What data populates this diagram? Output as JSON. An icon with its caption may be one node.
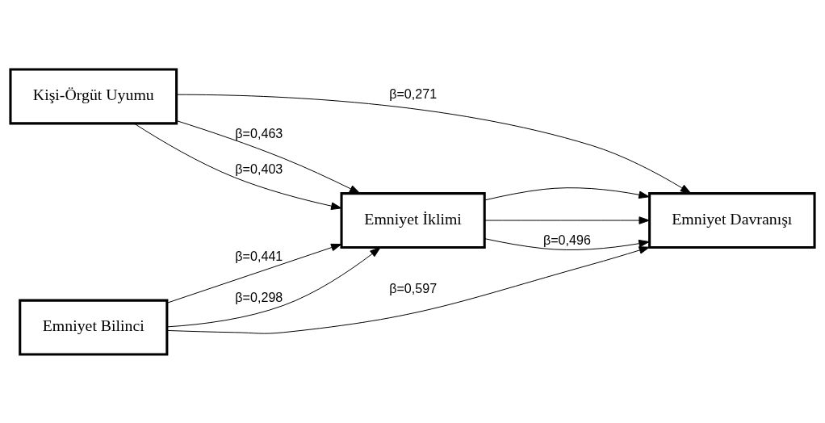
{
  "diagram": {
    "nodes": [
      {
        "text": [
          "Kişi-Örgüt Uyumu"
        ]
      },
      {
        "text": [
          "Emniyet Bilinci"
        ]
      },
      {
        "text": [
          "Emniyet İklimi"
        ]
      },
      {
        "text": [
          "Emniyet Davranışı"
        ]
      }
    ],
    "edges": [
      {
        "from": 0,
        "to": 3,
        "arrow": "to",
        "label": "β=0,271"
      },
      {
        "from": 0,
        "to": 2,
        "arrow": "to",
        "label": "β=0,463"
      },
      {
        "from": 2,
        "to": 3,
        "arrow": "to"
      },
      {
        "from": 0,
        "to": 2,
        "arrow": "to",
        "label": "β=0,403"
      },
      {
        "from": 2,
        "to": 3,
        "arrow": "to",
        "label": "β=0,496"
      },
      {
        "from": 1,
        "to": 2,
        "arrow": "to",
        "label": "β=0,441"
      },
      {
        "from": 1,
        "to": 2,
        "arrow": "to",
        "label": "β=0,298"
      },
      {
        "from": 2,
        "to": 3,
        "arrow": "to"
      },
      {
        "from": 1,
        "to": 3,
        "arrow": "to",
        "label": "β=0,597"
      }
    ]
  }
}
